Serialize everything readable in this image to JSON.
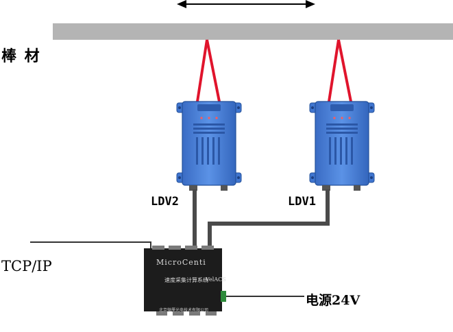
{
  "labels": {
    "rod": "棒 材",
    "ldv2": "LDV2",
    "ldv1": "LDV1",
    "tcp": "TCP/IP",
    "power": "电源24V"
  },
  "controller": {
    "brand": "MicroCenti",
    "name": "速度采集计算系统",
    "model": "VelACS",
    "company": "北京微厘光电技术有限公司"
  },
  "colors": {
    "rod": "#b4b4b4",
    "sensor_body": "#4a80d8",
    "sensor_dark": "#2d5cae",
    "beam": "#e0142c",
    "cable": "#4a4a4a",
    "controller": "#1c1c1c",
    "terminal": "#2e8b3c"
  },
  "icons": {
    "motion": "double-arrow-icon"
  }
}
